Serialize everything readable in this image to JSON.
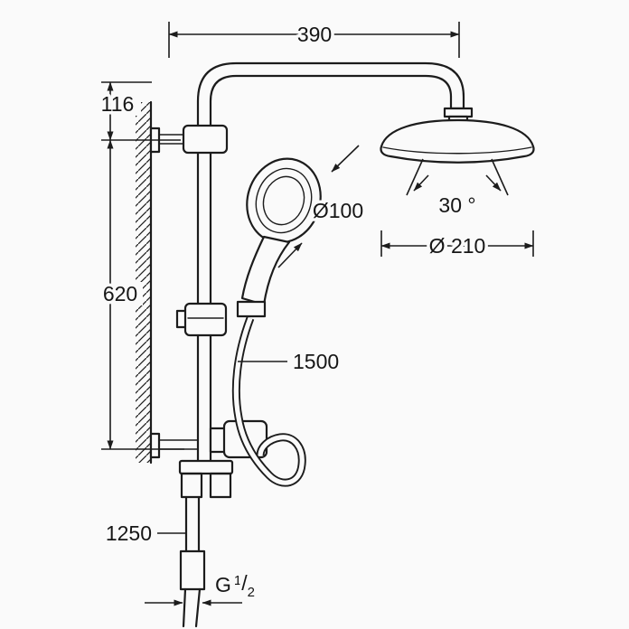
{
  "dimensions": {
    "top_width": "390",
    "upper_offset": "116",
    "rail_length": "620",
    "hand_shower_diameter": "Ø100",
    "head_shower_diameter": "Ø 210",
    "swivel_angle": "30 °",
    "shower_hose_length": "1500",
    "supply_hose_length": "1250",
    "thread_g": "G",
    "thread_numerator": "1",
    "thread_slash": "/",
    "thread_denominator": "2"
  },
  "colors": {
    "line": "#1c1c1c",
    "background": "#fafafa"
  }
}
